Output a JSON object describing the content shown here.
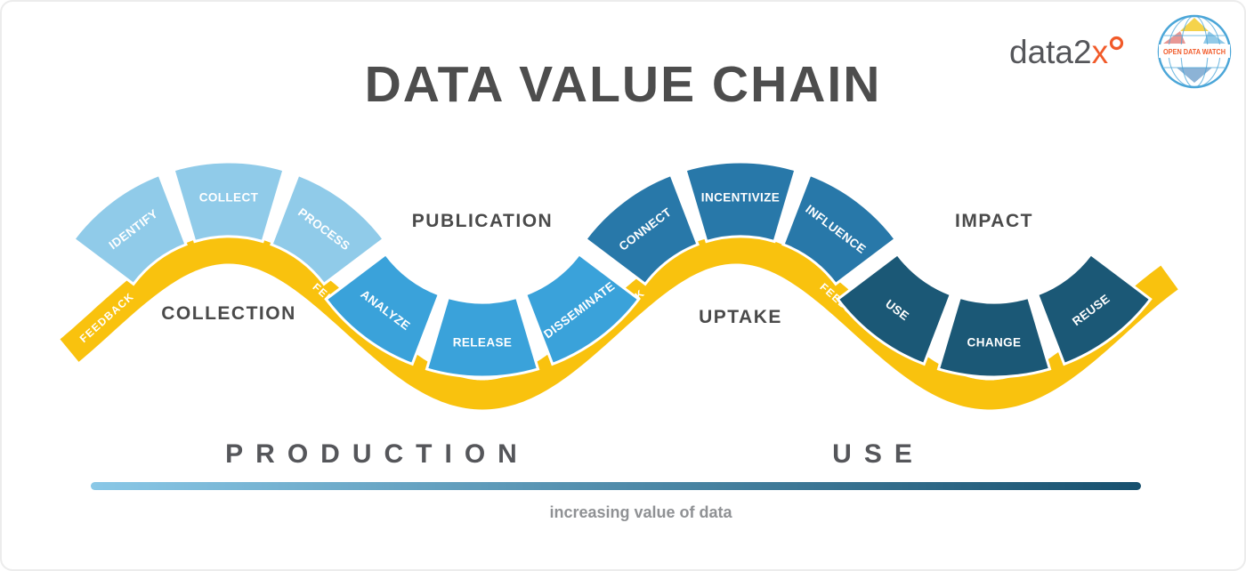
{
  "title": "DATA VALUE CHAIN",
  "header_logos": {
    "data2x": {
      "prefix": "data2",
      "accent": "x"
    },
    "open_data_watch": "OPEN DATA WATCH"
  },
  "feedback_label": "FEEDBACK",
  "stages": [
    {
      "name": "COLLECTION",
      "wave_position": "crest",
      "steps": [
        "IDENTIFY",
        "COLLECT",
        "PROCESS"
      ],
      "color_key": "collection"
    },
    {
      "name": "PUBLICATION",
      "wave_position": "trough",
      "steps": [
        "ANALYZE",
        "RELEASE",
        "DISSEMINATE"
      ],
      "color_key": "publication"
    },
    {
      "name": "UPTAKE",
      "wave_position": "crest",
      "steps": [
        "CONNECT",
        "INCENTIVIZE",
        "INFLUENCE"
      ],
      "color_key": "uptake"
    },
    {
      "name": "IMPACT",
      "wave_position": "trough",
      "steps": [
        "USE",
        "CHANGE",
        "REUSE"
      ],
      "color_key": "impact"
    }
  ],
  "phases": [
    {
      "label": "PRODUCTION"
    },
    {
      "label": "USE"
    }
  ],
  "value_axis_caption": "increasing value of data",
  "colors": {
    "ribbon": "#F9C20E",
    "collection": "#90CBE9",
    "publication": "#3AA2DA",
    "uptake": "#2878A9",
    "impact": "#1B5876",
    "stage_label": "#4A4A4A",
    "title": "#4D4D4D",
    "phase_label": "#55565A",
    "caption": "#8F9194",
    "gradient_start": "#8AC8E7",
    "gradient_end": "#17506E",
    "logo_orange": "#F15A29",
    "logo_gray": "#55565A",
    "odw_blue": "#4BA6D8",
    "white": "#FFFFFF"
  }
}
